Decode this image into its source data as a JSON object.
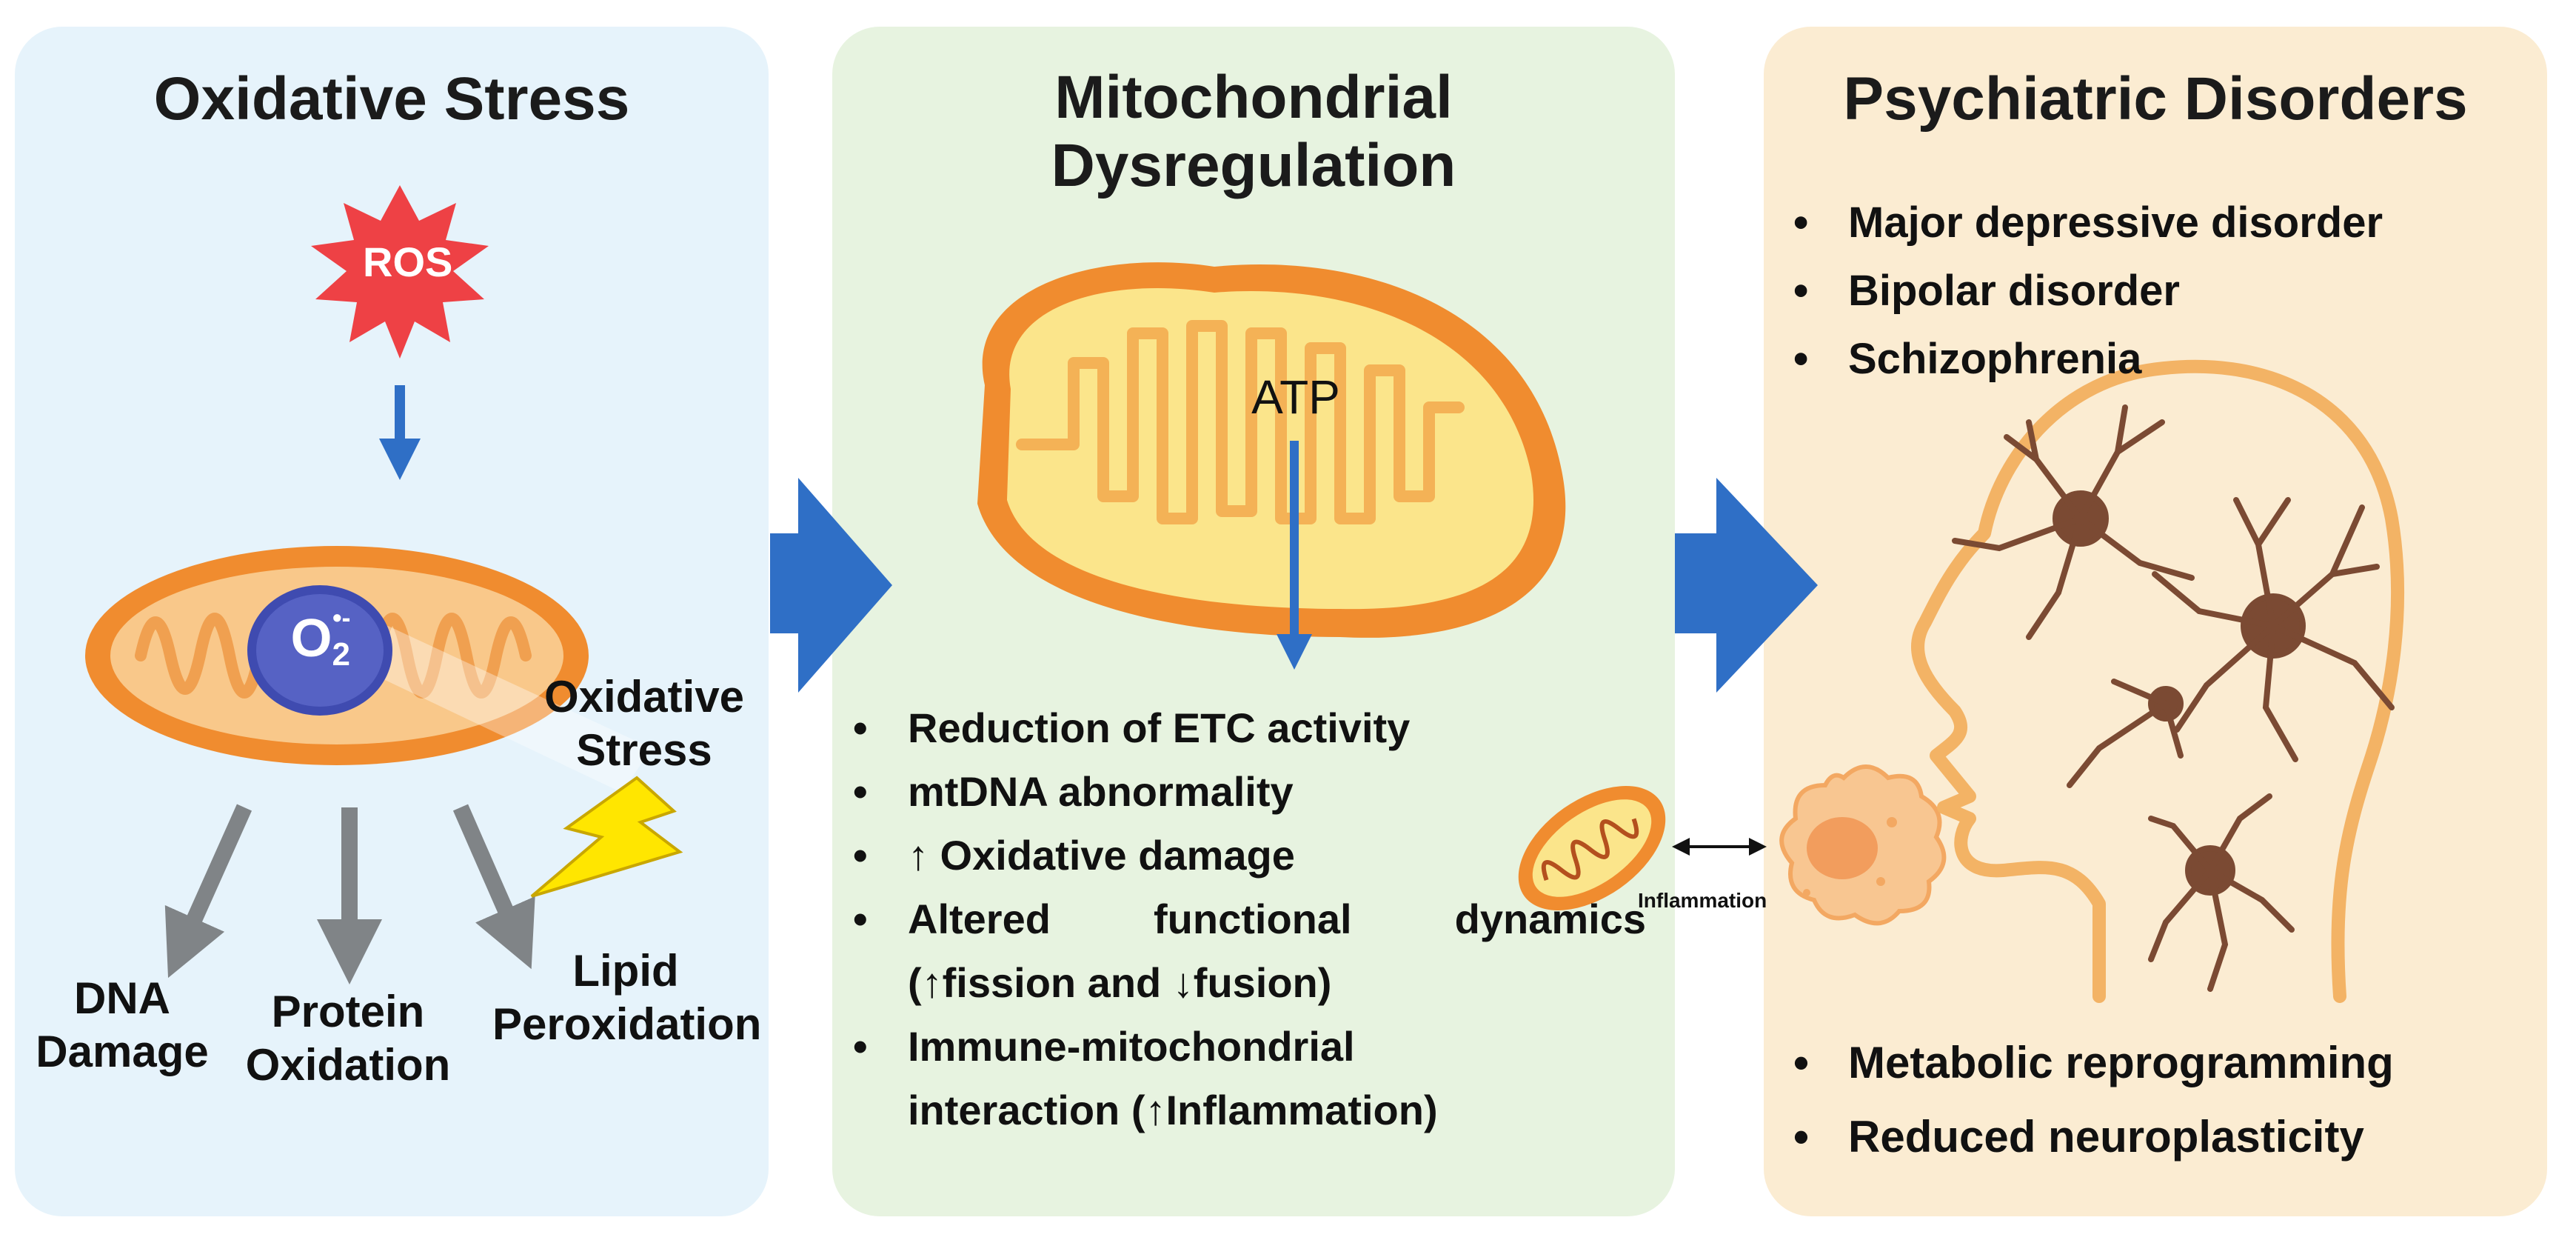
{
  "panels": {
    "oxidative": {
      "title": "Oxidative Stress",
      "ros_label": "ROS",
      "superoxide": {
        "base": "O",
        "sub": "2",
        "sup": "•-"
      },
      "side_label": [
        "Oxidative",
        "Stress"
      ],
      "outcomes": [
        {
          "lines": [
            "DNA",
            "Damage"
          ]
        },
        {
          "lines": [
            "Protein",
            "Oxidation"
          ]
        },
        {
          "lines": [
            "Lipid",
            "Peroxidation"
          ]
        }
      ]
    },
    "mitochondrial": {
      "title_lines": [
        "Mitochondrial",
        "Dysregulation"
      ],
      "atp_label": "ATP",
      "bullets": [
        "Reduction of ETC activity",
        "mtDNA abnormality",
        "↑ Oxidative damage",
        {
          "line1": "Altered functional dynamics",
          "line2": "(↑fission and ↓fusion)"
        },
        {
          "line1": "Immune-mitochondrial",
          "line2": "interaction (↑Inflammation)"
        }
      ]
    },
    "psychiatric": {
      "title": "Psychiatric Disorders",
      "disorders": [
        "Major depressive disorder",
        "Bipolar disorder",
        "Schizophrenia"
      ],
      "inflammation_label": "Inflammation",
      "outcomes": [
        "Metabolic reprogramming",
        "Reduced neuroplasticity"
      ]
    }
  },
  "colors": {
    "panel_blue": "#e6f3fb",
    "panel_green": "#e7f3e0",
    "panel_orange": "#fbecd2",
    "arrow_blue": "#2f6fc6",
    "arrow_gray": "#808487",
    "ros_red": "#ee4145",
    "mito_orange": "#f08c2f",
    "mito_yellow": "#fbe58b",
    "neuron_brown": "#7b4a33"
  }
}
